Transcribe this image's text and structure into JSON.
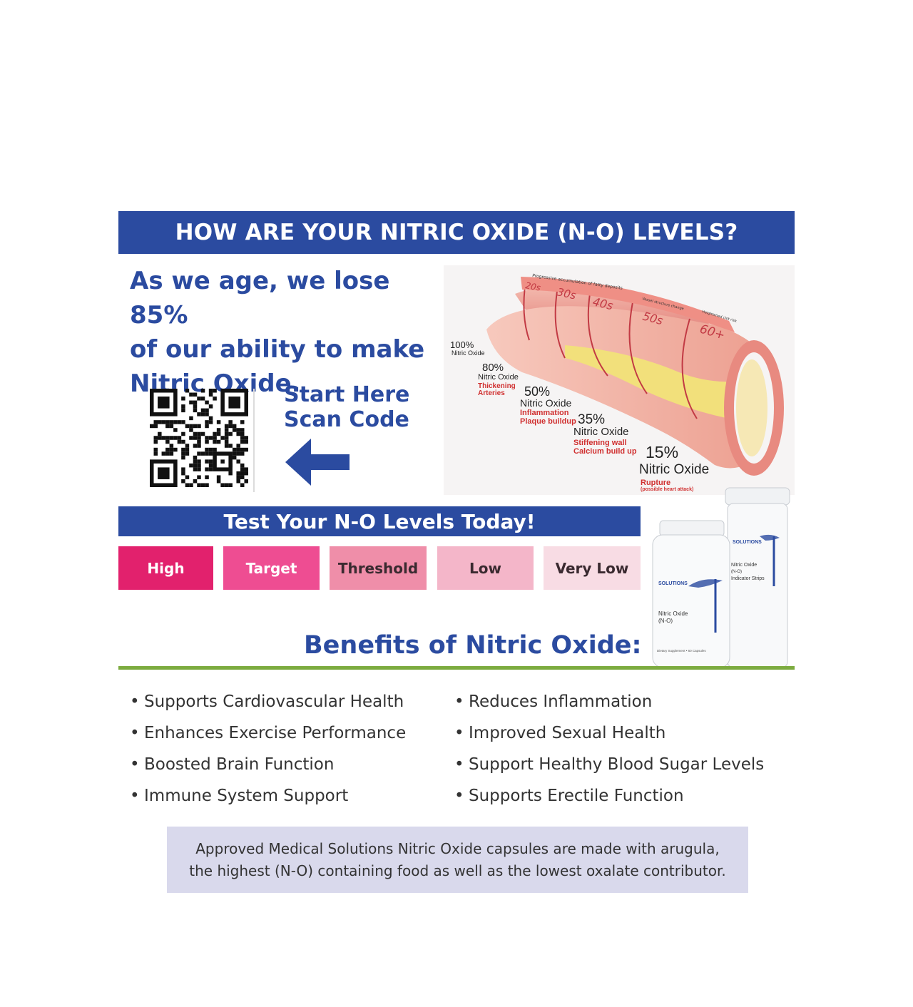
{
  "header": {
    "title": "HOW ARE YOUR NITRIC OXIDE (N-O) LEVELS?"
  },
  "intro": {
    "lines": [
      "As we age, we lose 85%",
      "of our ability to make",
      "Nitric Oxide."
    ]
  },
  "scan": {
    "line1": "Start Here",
    "line2": "Scan Code"
  },
  "artery": {
    "top_caption_1": "Progressive accumulation of fatty deposits",
    "top_caption_2": "Vessel structure change",
    "top_caption_3": "Heightened clot risk",
    "ages": [
      "20s",
      "30s",
      "40s",
      "50s",
      "60+"
    ],
    "stages": [
      {
        "percent": "100%",
        "label": "Nitric Oxide",
        "note1": "",
        "note2": ""
      },
      {
        "percent": "80%",
        "label": "Nitric Oxide",
        "note1": "Thickening",
        "note2": "Arteries"
      },
      {
        "percent": "50%",
        "label": "Nitric Oxide",
        "note1": "Inflammation",
        "note2": "Plaque buildup"
      },
      {
        "percent": "35%",
        "label": "Nitric Oxide",
        "note1": "Stiffening wall",
        "note2": "Calcium build up"
      },
      {
        "percent": "15%",
        "label": "Nitric Oxide",
        "note1": "Rupture",
        "note2": "(possible heart attack)"
      }
    ]
  },
  "test": {
    "title": "Test Your N-O Levels Today!",
    "levels": [
      {
        "label": "High",
        "color": "#e2216d",
        "text_color": "#ffffff"
      },
      {
        "label": "Target",
        "color": "#ee4d92",
        "text_color": "#ffffff"
      },
      {
        "label": "Threshold",
        "color": "#ef8ea9",
        "text_color": "#3a2a30"
      },
      {
        "label": "Low",
        "color": "#f4b6c9",
        "text_color": "#3a2a30"
      },
      {
        "label": "Very Low",
        "color": "#f8dce4",
        "text_color": "#3a2a30"
      }
    ]
  },
  "products": {
    "bottle_brand": "SOLUTIONS",
    "bottle_name_1": "Nitric Oxide",
    "bottle_name_2": "(N-O)",
    "bottle_footer": "Dietary Supplement • 60 Capsules",
    "tube_brand": "SOLUTIONS",
    "tube_name_1": "Nitric Oxide",
    "tube_name_2": "(N-O)",
    "tube_name_3": "Indicator Strips"
  },
  "benefits": {
    "title": "Benefits of Nitric Oxide:",
    "left": [
      "Supports Cardiovascular Health",
      "Enhances Exercise Performance",
      "Boosted Brain Function",
      "Immune System Support"
    ],
    "right": [
      "Reduces Inflammation",
      "Improved Sexual Health",
      "Support Healthy Blood Sugar Levels",
      "Supports Erectile Function"
    ]
  },
  "note": {
    "line1": "Approved Medical Solutions Nitric Oxide capsules are made with arugula,",
    "line2": "the highest (N-O) containing food as well as the lowest oxalate contributor."
  },
  "colors": {
    "brand_blue": "#2b4ba0",
    "accent_green": "#7cab3f",
    "note_bg": "#d9d9ec"
  }
}
